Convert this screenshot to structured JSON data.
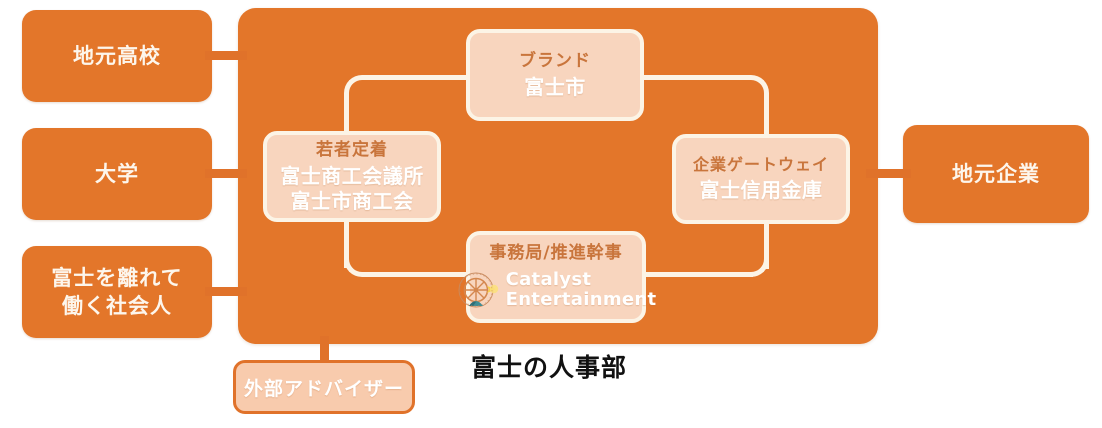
{
  "diagram": {
    "caption": "富士の人事部",
    "colors": {
      "orange": "#E3762A",
      "light_peach": "#F8D5BE",
      "cream_line": "#FCF4E6",
      "head_text": "#C9753C",
      "advisor_fill": "#F8CBAD"
    }
  },
  "external_nodes": [
    {
      "label": "地元高校"
    },
    {
      "label": "大学"
    },
    {
      "label": "富士を離れて\n働く社会人"
    },
    {
      "label": "地元企業"
    }
  ],
  "external_labels": {
    "local_high_school": "地元高校",
    "university": "大学",
    "workers_line1": "富士を離れて",
    "workers_line2": "働く社会人",
    "local_companies": "地元企業"
  },
  "inner_nodes": {
    "brand": {
      "head": "ブランド",
      "body": "富士市"
    },
    "youth": {
      "head": "若者定着",
      "body_line1": "富士商工会議所",
      "body_line2": "富士市商工会"
    },
    "gateway": {
      "head": "企業ゲートウェイ",
      "body": "富士信用金庫"
    },
    "secretariat": {
      "head": "事務局/推進幹事",
      "logo_line1": "Catalyst",
      "logo_line2": "Entertainment",
      "logo_icon": "compass-wheel-logo"
    }
  },
  "advisor": {
    "label": "外部アドバイザー"
  }
}
